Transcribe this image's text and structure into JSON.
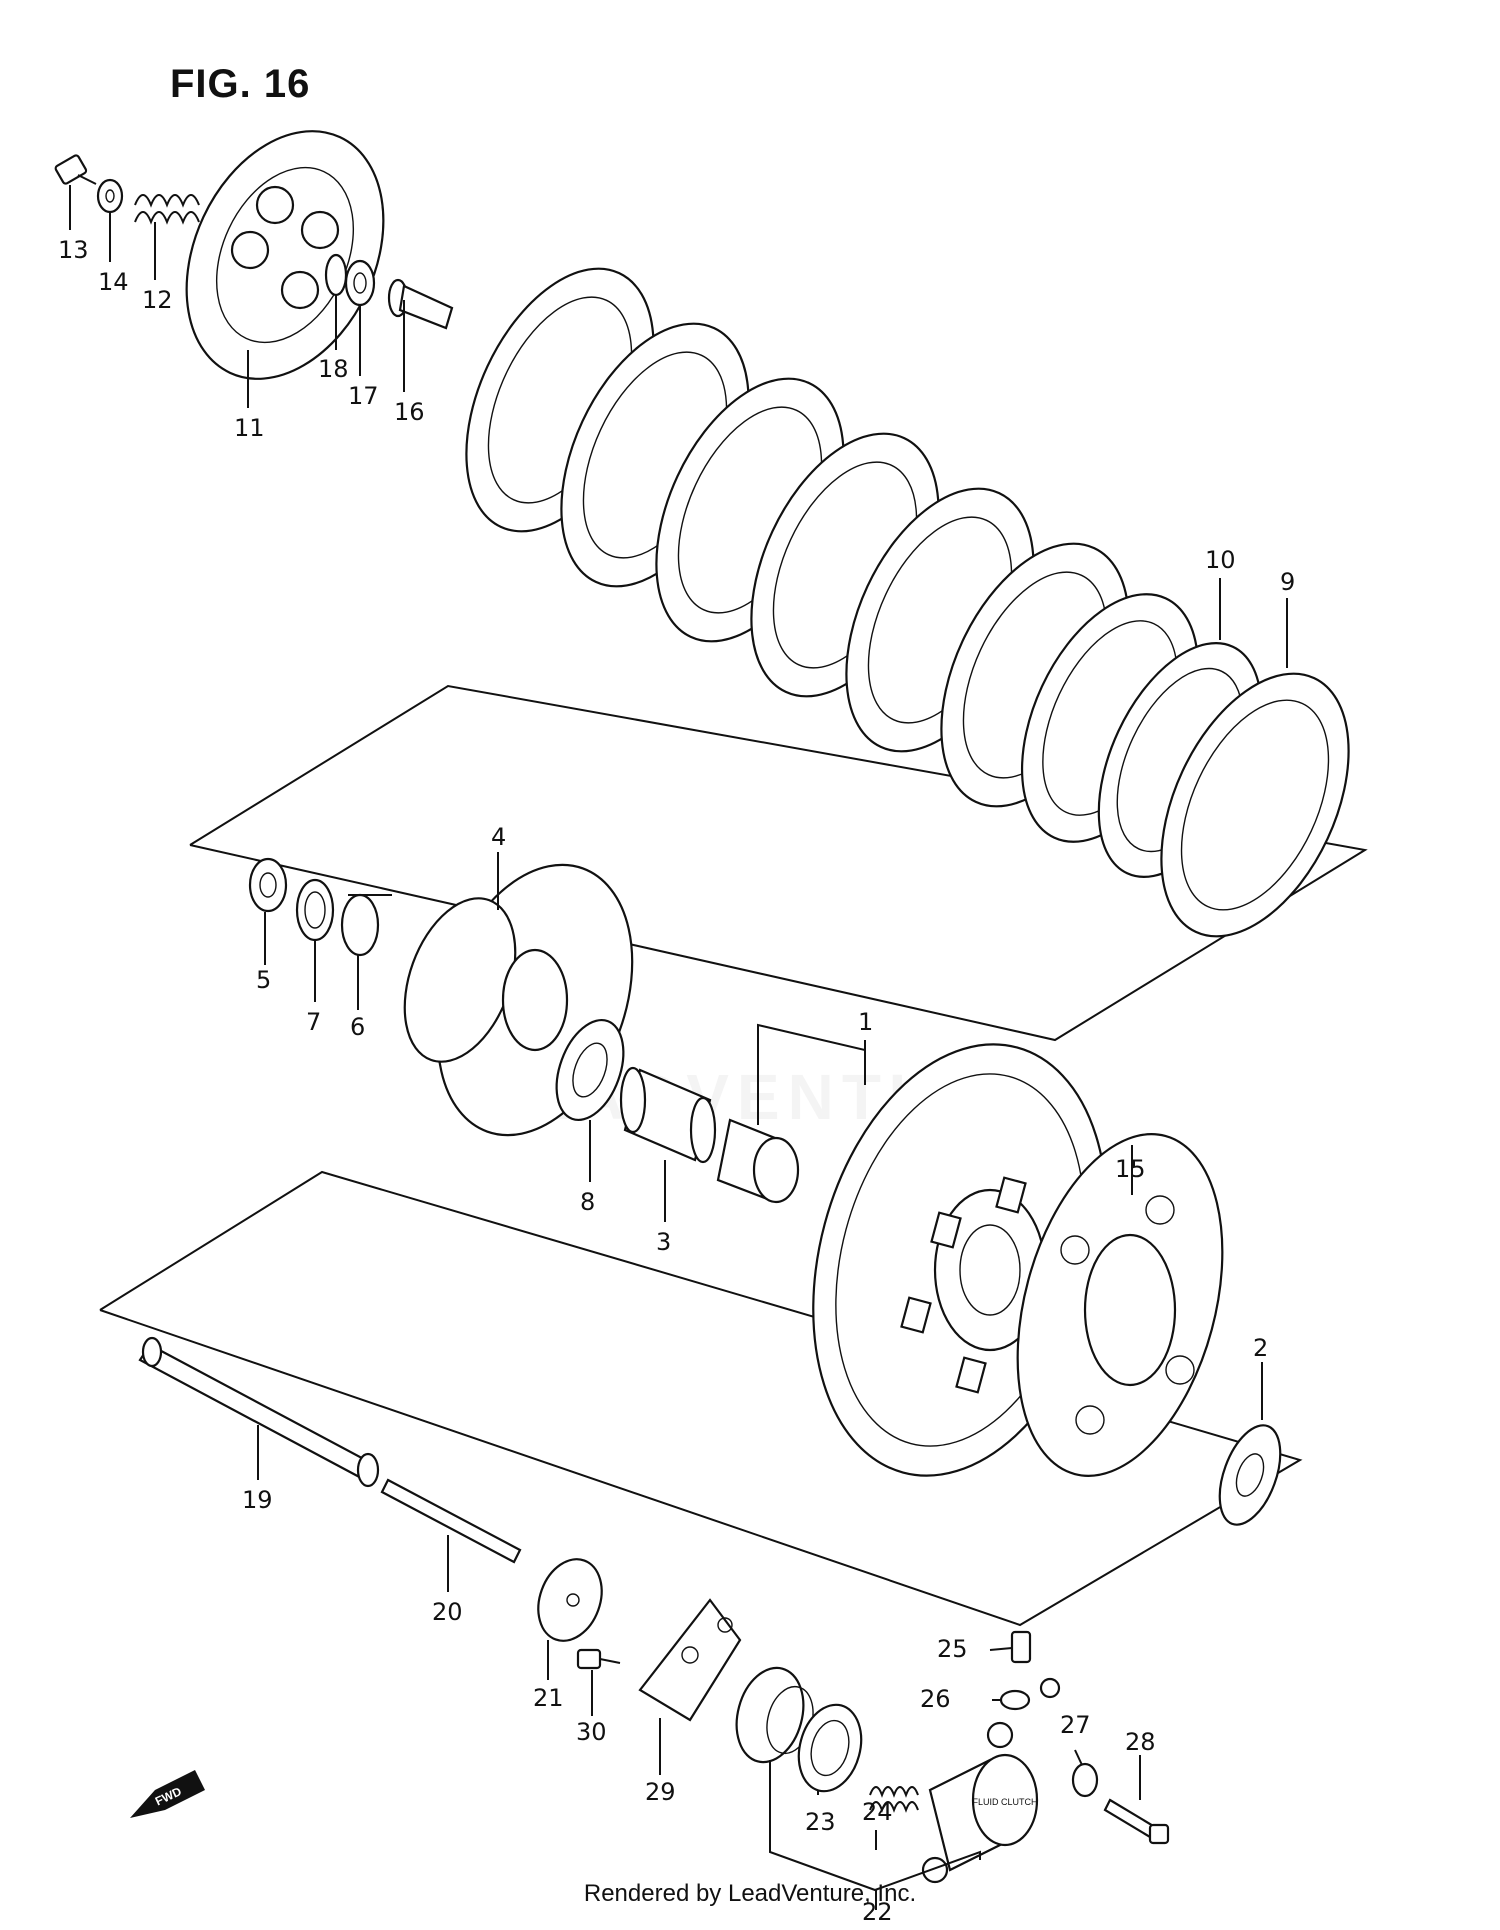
{
  "figure": {
    "title": "FIG. 16"
  },
  "watermark": "LEADVENTURE",
  "footer": "Rendered by LeadVenture, Inc.",
  "fwd_label": "FWD",
  "fluid_clutch_label": "FLUID CLUTCH",
  "callouts": [
    {
      "id": "c13",
      "text": "13"
    },
    {
      "id": "c14",
      "text": "14"
    },
    {
      "id": "c12",
      "text": "12"
    },
    {
      "id": "c11",
      "text": "11"
    },
    {
      "id": "c18",
      "text": "18"
    },
    {
      "id": "c17",
      "text": "17"
    },
    {
      "id": "c16",
      "text": "16"
    },
    {
      "id": "c10",
      "text": "10"
    },
    {
      "id": "c9",
      "text": "9"
    },
    {
      "id": "c4",
      "text": "4"
    },
    {
      "id": "c5",
      "text": "5"
    },
    {
      "id": "c7",
      "text": "7"
    },
    {
      "id": "c6",
      "text": "6"
    },
    {
      "id": "c1",
      "text": "1"
    },
    {
      "id": "c8",
      "text": "8"
    },
    {
      "id": "c3",
      "text": "3"
    },
    {
      "id": "c15",
      "text": "15"
    },
    {
      "id": "c2",
      "text": "2"
    },
    {
      "id": "c19",
      "text": "19"
    },
    {
      "id": "c20",
      "text": "20"
    },
    {
      "id": "c21",
      "text": "21"
    },
    {
      "id": "c30",
      "text": "30"
    },
    {
      "id": "c29",
      "text": "29"
    },
    {
      "id": "c25",
      "text": "25"
    },
    {
      "id": "c26",
      "text": "26"
    },
    {
      "id": "c27",
      "text": "27"
    },
    {
      "id": "c28",
      "text": "28"
    },
    {
      "id": "c23",
      "text": "23"
    },
    {
      "id": "c24",
      "text": "24"
    },
    {
      "id": "c22",
      "text": "22"
    }
  ]
}
